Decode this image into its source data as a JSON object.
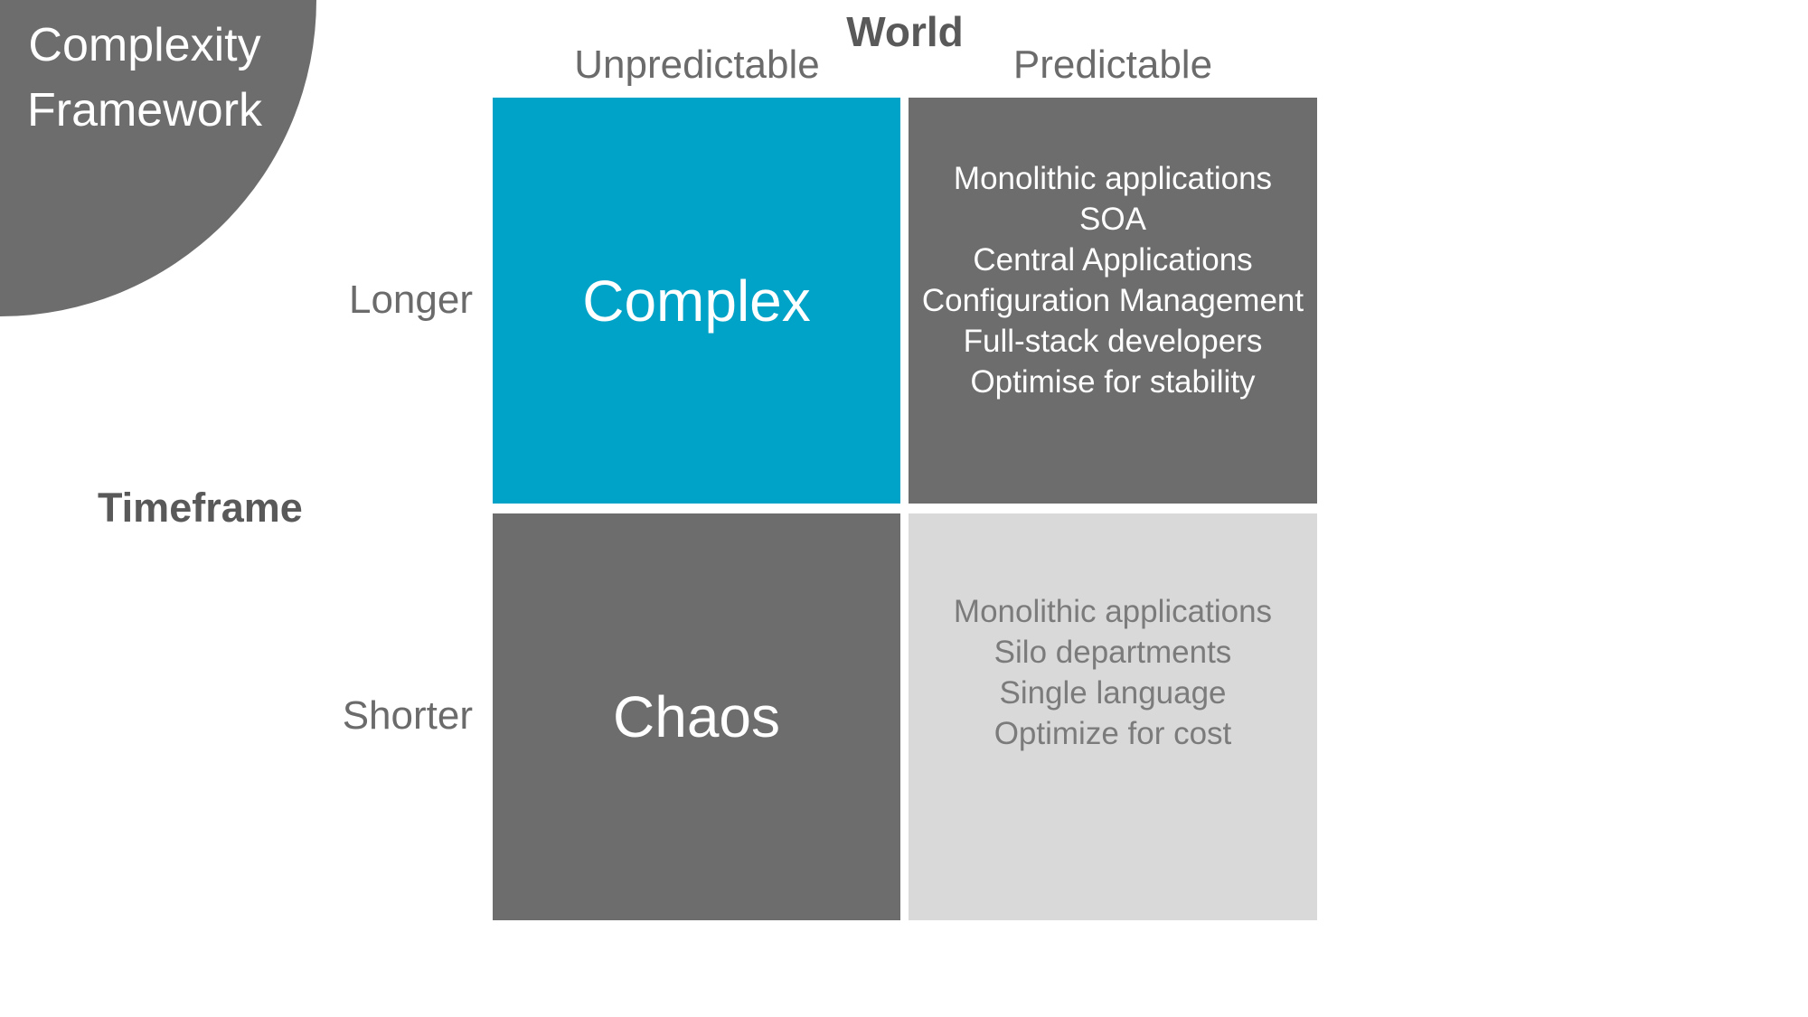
{
  "title": {
    "line1": "Complexity",
    "line2": "Framework"
  },
  "axes": {
    "world_label": "World",
    "col_left": "Unpredictable",
    "col_right": "Predictable",
    "timeframe_label": "Timeframe",
    "row_top": "Longer",
    "row_bottom": "Shorter"
  },
  "quadrants": {
    "top_left": {
      "label": "Complex",
      "color": "#00a3c8",
      "text_color": "#ffffff"
    },
    "top_right": {
      "color": "#6d6d6d",
      "text_color": "#ffffff",
      "items": [
        "Monolithic applications",
        "SOA",
        "Central Applications",
        "Configuration Management",
        "Full-stack developers",
        "Optimise for stability"
      ]
    },
    "bottom_left": {
      "label": "Chaos",
      "color": "#6d6d6d",
      "text_color": "#ffffff"
    },
    "bottom_right": {
      "color": "#d9d9d9",
      "text_color": "#7b7b7b",
      "items": [
        "Monolithic applications",
        "Silo departments",
        "Single language",
        "Optimize for cost"
      ]
    }
  },
  "colors": {
    "accent_cyan": "#00a3c8",
    "dark_gray": "#6d6d6d",
    "light_gray": "#d9d9d9",
    "label_gray": "#6b6b6b",
    "bold_label_gray": "#595959",
    "background": "#ffffff"
  }
}
